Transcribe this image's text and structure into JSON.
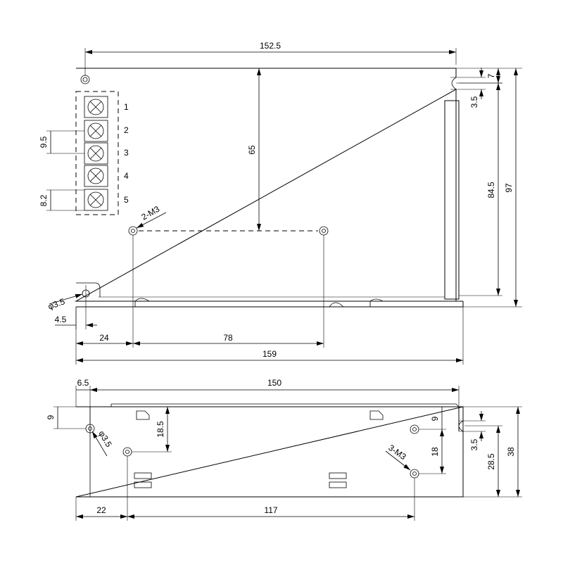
{
  "top_view": {
    "dimensions": {
      "overall_width_top": "152.5",
      "overall_width": "159",
      "overall_height": "97",
      "mount_hole_vertical": "84.5",
      "screw_offset": "65",
      "top_slot_offset": "7",
      "slot_width": "3.5",
      "terminal_pitch": "9.5",
      "terminal_width": "8.2",
      "hole_offset_x": "4.5",
      "screw_offset_left": "24",
      "screw_spacing": "78"
    },
    "terminal_numbers": [
      "1",
      "2",
      "3",
      "4",
      "5"
    ],
    "callouts": {
      "screw_holes": "2-M3",
      "mount_hole": "φ3.5"
    }
  },
  "side_view": {
    "dimensions": {
      "hole_offset_left": "6.5",
      "overall_width": "150",
      "hole_offset_top": "9",
      "screw_vertical_offset": "18.5",
      "screw_top_offset": "9",
      "screw_spacing_vertical": "18",
      "slot_width": "3.5",
      "slot_height": "28.5",
      "overall_height": "38",
      "screw_offset_left": "22",
      "screw_spacing": "117"
    },
    "callouts": {
      "mount_hole": "φ3.5",
      "screw_holes": "3-M3"
    }
  }
}
